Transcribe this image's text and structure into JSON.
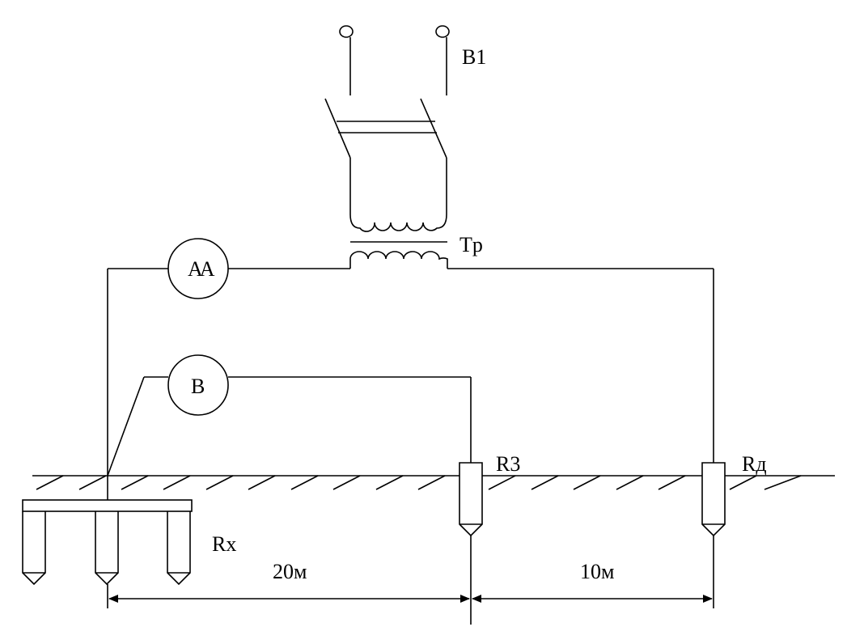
{
  "labels": {
    "switch": "B1",
    "transformer": "Tp",
    "ammeter": "AA",
    "voltmeter": "B",
    "probe_z": "R3",
    "probe_d": "Rд",
    "ground_rx": "Rx",
    "distance_1": "20м",
    "distance_2": "10м"
  },
  "colors": {
    "line": "#000000",
    "background": "#ffffff"
  }
}
